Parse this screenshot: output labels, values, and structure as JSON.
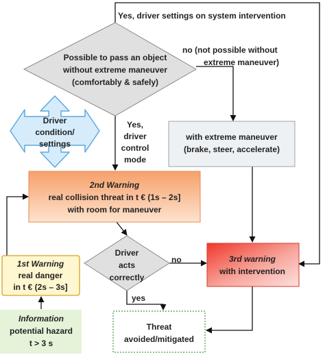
{
  "top_label": "Yes, driver settings on system intervention",
  "decision_pass": {
    "line1": "Possible to pass an object",
    "line2": "without extreme maneuver",
    "line3": "(comfortably & safely)"
  },
  "label_no_pass": {
    "line1": "no (not possible without",
    "line2": "extreme maneuver)"
  },
  "label_yes_mode": {
    "line1": "Yes,",
    "line2": "driver",
    "line3": "control",
    "line4": "mode"
  },
  "driver_condition": {
    "line1": "Driver",
    "line2": "condition/",
    "line3": "settings"
  },
  "extreme_maneuver": {
    "line1": "with extreme maneuver",
    "line2": "(brake, steer, accelerate)"
  },
  "second_warning": {
    "title": "2nd Warning",
    "line1": "real collision threat in t € (1s – 2s]",
    "line2": "with room for maneuver"
  },
  "decision_driver": {
    "line1": "Driver",
    "line2": "acts",
    "line3": "correctly"
  },
  "label_no_acts": "no",
  "label_yes_acts": "yes",
  "third_warning": {
    "title": "3rd warning",
    "line1": "with intervention"
  },
  "first_warning": {
    "title": "1st Warning",
    "line1": "real danger",
    "line2": "in t € (2s – 3s]"
  },
  "information": {
    "title": "Information",
    "line1": "potential hazard",
    "line2": "t > 3 s"
  },
  "threat": {
    "line1": "Threat",
    "line2": "avoided/mitigated"
  },
  "colors": {
    "diamond_fill": "#e0e0e0",
    "extreme_fill": "#eef1f4",
    "second_warning_from": "#f6a06a",
    "second_warning_to": "#fde3cf",
    "third_warning_from": "#f0382b",
    "third_warning_to": "#fde0dd",
    "first_warning_fill": "#fff7cf",
    "first_warning_stroke": "#d6a21e",
    "information_fill": "#e5f3d8",
    "threat_stroke": "#3e9a3e",
    "driver_condition_fill": "#d6ecfb",
    "driver_condition_stroke": "#5fa7dd"
  }
}
